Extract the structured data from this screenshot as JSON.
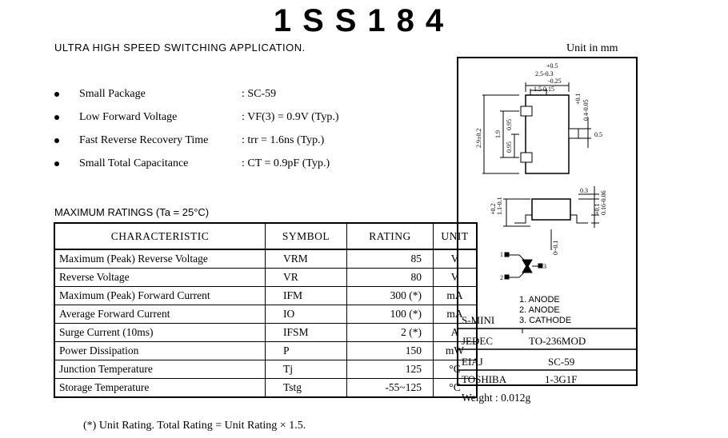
{
  "title": "1SS184",
  "subtitle": "ULTRA HIGH SPEED SWITCHING APPLICATION.",
  "unit_label": "Unit in mm",
  "features": [
    {
      "name": "Small Package",
      "value": ": SC-59"
    },
    {
      "name": "Low Forward Voltage",
      "value": ": VF(3) = 0.9V (Typ.)"
    },
    {
      "name": "Fast Reverse Recovery Time",
      "value": ": trr = 1.6ns (Typ.)"
    },
    {
      "name": "Small Total Capacitance",
      "value": ": CT = 0.9pF (Typ.)"
    }
  ],
  "ratings_title": "MAXIMUM RATINGS (Ta = 25°C)",
  "ratings_headers": [
    "CHARACTERISTIC",
    "SYMBOL",
    "RATING",
    "UNIT"
  ],
  "ratings": [
    [
      "Maximum (Peak) Reverse Voltage",
      "VRM",
      "85",
      "V"
    ],
    [
      "Reverse Voltage",
      "VR",
      "80",
      "V"
    ],
    [
      "Maximum (Peak) Forward Current",
      "IFM",
      "300 (*)",
      "mA"
    ],
    [
      "Average Forward Current",
      "IO",
      "100 (*)",
      "mA"
    ],
    [
      "Surge Current (10ms)",
      "IFSM",
      "2 (*)",
      "A"
    ],
    [
      "Power Dissipation",
      "P",
      "150",
      "mW"
    ],
    [
      "Junction Temperature",
      "Tj",
      "125",
      "°C"
    ],
    [
      "Storage Temperature",
      "Tstg",
      "-55~125",
      "°C"
    ]
  ],
  "footnote": "(*)  Unit Rating. Total Rating = Unit Rating × 1.5.",
  "package": {
    "pins": [
      "1.  ANODE",
      "2.  ANODE",
      "3.  CATHODE"
    ],
    "smini": "S-MINI",
    "rows": [
      {
        "label": "JEDEC",
        "value": "TO-236MOD"
      },
      {
        "label": "EIAJ",
        "value": "SC-59"
      },
      {
        "label": "TOSHIBA",
        "value": "1-3G1F"
      }
    ],
    "dims": [
      "+0.5",
      "2.5-0.3",
      "-0.25",
      "1.5  0.15",
      "+0.1",
      "0.4-0.05",
      "1.9",
      "0.95",
      "0.95",
      "2.9±0.2",
      "0.5",
      "0.3",
      "+0.2",
      "1.1-0.1",
      "+0.1",
      "0.16-0.06",
      "0~0.1",
      "1",
      "2",
      "3"
    ]
  },
  "weight": "Weight : 0.012g"
}
